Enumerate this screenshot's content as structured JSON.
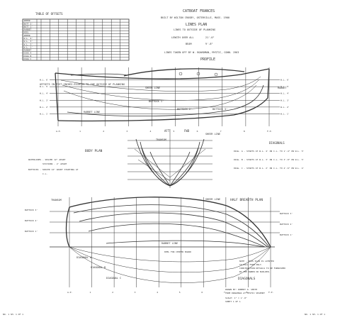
{
  "title": {
    "main": "CATBOAT FRANCES",
    "built_by": "BUILT BY WILTON CROSBY, OSTERVILLE, MASS. 1900",
    "lines_plan": "LINES PLAN",
    "lines_note": "LINES TO OUTSIDE OF PLANKING",
    "length_label": "LENGTH OVER ALL",
    "length_value": "21'-0\"",
    "beam_label": "BEAM",
    "beam_value": "9'-8\"",
    "taken_note": "LINES TAKEN OFF BY W. BOARDMAN, MYSTIC, CONN. 1963",
    "profile": "PROFILE"
  },
  "offsets_table": {
    "title": "TABLE OF OFFSETS",
    "row_labels": [
      "SHEER",
      "BUTT 2'",
      "BUTT 1'",
      "RABBET",
      "KEEL",
      "SHEER",
      "W.L. 4'",
      "W.L. 3'",
      "W.L. 2'",
      "W.L. 1'",
      "RABBET",
      "DIAG A",
      "DIAG B",
      "DIAG C"
    ],
    "note": "OFFSETS IN FEET-INCHES-EIGHTHS TO THE OUTSIDE OF PLANKING"
  },
  "profile_labels": {
    "sheer_line": "SHEER LINE",
    "rabbet_line": "RABBET LINE",
    "rabbet": "RABBET",
    "buttock_1": "BUTTOCK 1'",
    "buttock_2": "BUTTOCK 2'",
    "buttock_3": "BUTTOCK 3'",
    "wl_left": [
      "W.L. 6'",
      "W.L. 5'",
      "W.L. 4'",
      "W.L. 3'",
      "W.L. 2'",
      "W.L. 1'"
    ],
    "wl_right": [
      "W.L. 6'",
      "W.L. 5'",
      "W.L. 4'",
      "W.L. 3'",
      "W.L. 2'",
      "W.L. 1'"
    ],
    "stations": [
      "A.P.",
      "1",
      "2",
      "3",
      "4",
      "5",
      "6",
      "7",
      "8",
      "F.P."
    ]
  },
  "body_plan": {
    "title": "BODY PLAN",
    "aft": "AFT",
    "fwd": "FWD",
    "sheer_line": "SHEER LINE",
    "transom": "TRANSOM",
    "waterlines_note": "WATERLINES - SPACED 12\" APART",
    "waterlines_note2": "STATIONS - 2' APART",
    "buttocks_note": "BUTTOCKS - SPACED 12\" APART STARTING AT",
    "buttocks_note2": "C.L."
  },
  "diagonals_legend": {
    "title": "DIAGONALS",
    "diag_a": "DIAG. A - STARTS AT W.L. 4' ON C.L. TO 1'-4\" ON W.L. 5'",
    "diag_b": "DIAG. B - STARTS AT W.L. 3' ON C.L. TO 3'-0\" ON W.L. 5'",
    "diag_c": "DIAG. C - STARTS AT W.L. 2' ON C.L. TO 4'-6\" ON W.L. 4'"
  },
  "half_breadth": {
    "title": "HALF BREADTH PLAN",
    "sheer_line": "SHEER LINE",
    "transom": "TRANSOM",
    "rabbet_line": "RABBET LINE",
    "keel_note": "KEEL FOR CENTER BOARD",
    "buttocks_left": [
      "BUTTOCK 3'",
      "BUTTOCK 2'",
      "BUTTOCK 1'"
    ],
    "buttocks_right": [
      "BUTTOCK 3'",
      "BUTTOCK 2'",
      "BUTTOCK 1'"
    ],
    "diagonals": [
      "DIAGONAL A",
      "DIAGONAL B",
      "DIAGONAL C"
    ],
    "diagonals_title": "DIAGONALS",
    "stations": [
      "A.P.",
      "1",
      "2",
      "3",
      "4",
      "5",
      "6",
      "7",
      "8",
      "F.P."
    ],
    "note1": "NOTE - THIS PLAN IS LIMITED",
    "note2": "TO HULL FORM ONLY.",
    "note3": "CONSTRUCTION DETAILS TO BE FURNISHED",
    "note4": "BY THE OWNER OR BUILDER."
  },
  "drawn_by": {
    "line1": "DRAWN BY: ROBERT D. SMITH",
    "line2": "FROM DRAWINGS AT MYSTIC SEAPORT",
    "line3": "SCALE: 1\" = 1'-0\"",
    "line4": "SHEET 1 OF 1"
  },
  "footer": {
    "left": "NO. 1  SH. 1 OF 1",
    "right": "NO. 1  SH. 1 OF 1"
  }
}
